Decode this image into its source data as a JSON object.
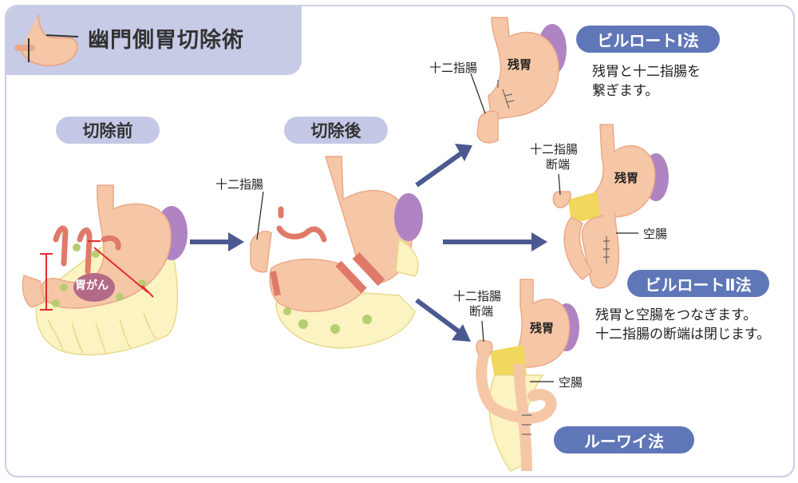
{
  "title": "幽門側胃切除術",
  "before_label": "切除前",
  "after_label": "切除後",
  "tumor_label": "胃がん",
  "duodenum_label": "十二指腸",
  "remnant_label": "残胃",
  "stump_label_line1": "十二指腸",
  "stump_label_line2": "断端",
  "jejunum_label": "空腸",
  "methods": {
    "billroth1": {
      "name": "ビルロートⅠ法",
      "desc_line1": "残胃と十二指腸を",
      "desc_line2": "繋ぎます。"
    },
    "billroth2": {
      "name": "ビルロートⅡ法",
      "desc_line1": "残胃と空腸をつなぎます。",
      "desc_line2": "十二指腸の断端は閉じます。"
    },
    "rouxeny": {
      "name": "ルーワイ法"
    }
  },
  "colors": {
    "stomach": "#f6c7a6",
    "stomach_dark": "#e9a98a",
    "spleen": "#b084c3",
    "fat": "#fbf3c2",
    "fat_dot": "#b8cc72",
    "vessel": "#e07a68",
    "cut_line": "#e32d2d",
    "arrow": "#4a5a91",
    "pill": "#c4c8e6",
    "pill_blue": "#5f77b8",
    "tumor": "#b36a86",
    "pancreas": "#f1d75b"
  }
}
